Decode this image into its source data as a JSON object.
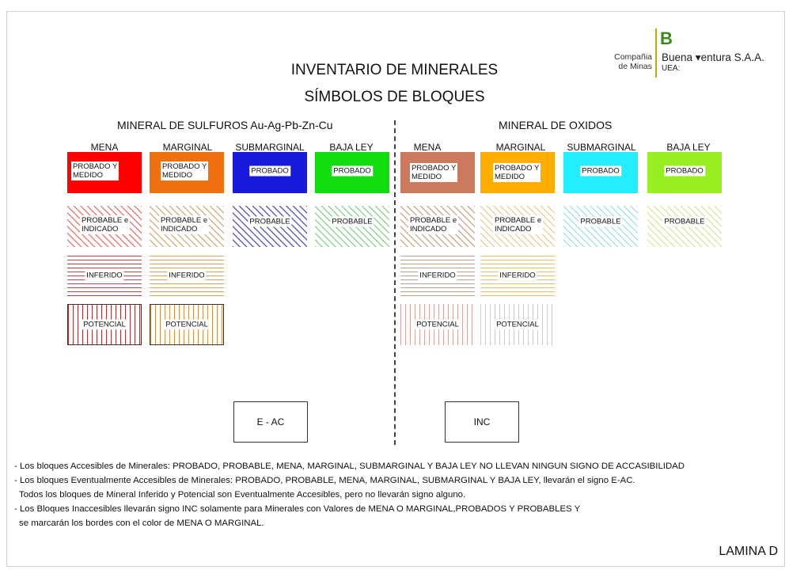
{
  "header": {
    "title": "INVENTARIO DE MINERALES",
    "subtitle": "SÍMBOLOS DE BLOQUES"
  },
  "logo": {
    "mark": "B",
    "company_line1": "Compañia",
    "company_line2": "de Minas",
    "name": "Buena ▾entura S.A.A.",
    "uea": "UEA:"
  },
  "sections": {
    "left": "MINERAL DE SULFUROS Au-Ag-Pb-Zn-Cu",
    "right": "MINERAL DE OXIDOS"
  },
  "columns": [
    "MENA",
    "MARGINAL",
    "SUBMARGINAL",
    "BAJA LEY",
    "MENA",
    "MARGINAL",
    "SUBMARGINAL",
    "BAJA LEY"
  ],
  "rows": {
    "probado": [
      "PROBADO Y\nMEDIDO",
      "PROBADO Y\nMEDIDO",
      "PROBADO",
      "PROBADO",
      "PROBADO Y\nMEDIDO",
      "PROBADO Y\nMEDIDO",
      "PROBADO",
      "PROBADO"
    ],
    "probable": [
      "PROBABLE e\nINDICADO",
      "PROBABLE e\nINDICADO",
      "PROBABLE",
      "PROBABLE",
      "PROBABLE e\nINDICADO",
      "PROBABLE e\nINDICADO",
      "PROBABLE",
      "PROBABLE"
    ],
    "inferido": [
      "INFERIDO",
      "INFERIDO",
      "INFERIDO",
      "INFERIDO"
    ],
    "potencial": [
      "POTENCIAL",
      "POTENCIAL",
      "POTENCIAL",
      "POTENCIAL"
    ]
  },
  "colors": {
    "sulf_mena": "#ff0000",
    "sulf_marginal": "#f07010",
    "sulf_submarginal": "#1a1adc",
    "sulf_bajaley": "#11dd11",
    "ox_mena": "#cc7b5e",
    "ox_marginal": "#ffad00",
    "ox_submarginal": "#22eeff",
    "ox_bajaley": "#99ee22"
  },
  "signs": {
    "eac": "E - AC",
    "inc": "INC"
  },
  "notes": [
    "- Los bloques Accesibles de Minerales: PROBADO, PROBABLE, MENA, MARGINAL, SUBMARGINAL Y BAJA LEY NO LLEVAN NINGUN SIGNO DE ACCASIBILIDAD",
    "- Los bloques Eventualmente Accesibles de Minerales:  PROBADO, PROBABLE, MENA, MARGINAL, SUBMARGINAL Y BAJA LEY, llevarán el signo E-AC.",
    "  Todos los bloques de Mineral Inferido y Potencial son Eventualmente Accesibles, pero no llevarán signo alguno.",
    "- Los Bloques Inaccesibles llevarán signo  INC solamente para Minerales con Valores de MENA O MARGINAL,PROBADOS Y PROBABLES Y",
    "   se marcarán los bordes con el color de MENA O MARGINAL."
  ],
  "footer": "LAMINA D"
}
